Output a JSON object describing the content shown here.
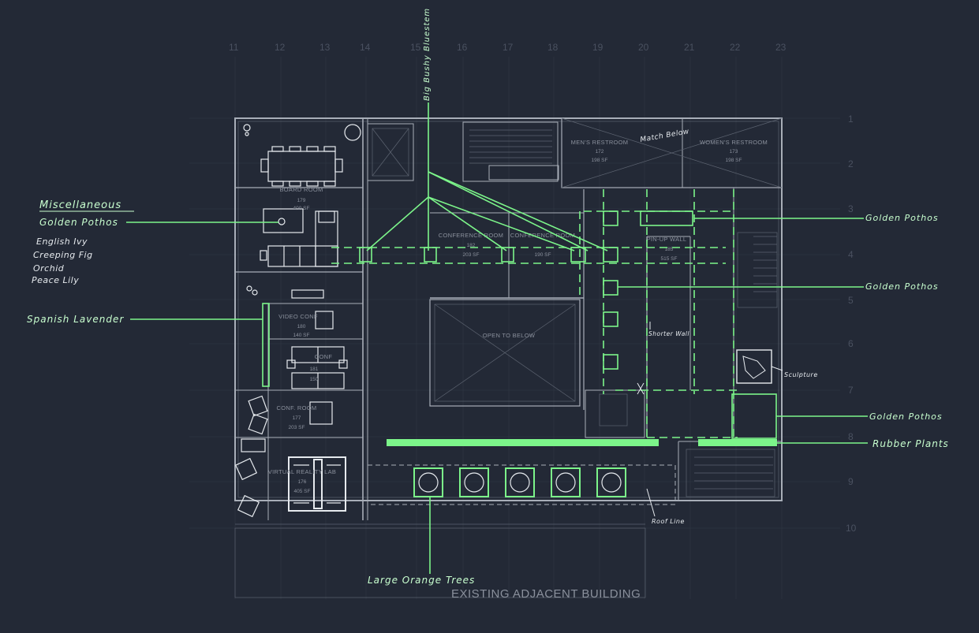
{
  "grid": {
    "columns": [
      "11",
      "12",
      "13",
      "14",
      "15",
      "16",
      "17",
      "18",
      "19",
      "20",
      "21",
      "22",
      "23"
    ],
    "rows": [
      "1",
      "2",
      "3",
      "4",
      "5",
      "6",
      "7",
      "8",
      "9",
      "10"
    ]
  },
  "rooms": {
    "board_room": {
      "name": "BOARD ROOM",
      "number": "179",
      "area": "400 SF"
    },
    "mens_restroom": {
      "name": "MEN'S RESTROOM",
      "number": "172",
      "area": "198 SF"
    },
    "womens_restroom": {
      "name": "WOMEN'S RESTROOM",
      "number": "173",
      "area": "198 SF"
    },
    "conference_room_a": {
      "name": "CONFERENCE ROOM",
      "number": "182",
      "area": "203 SF"
    },
    "conference_room_b": {
      "name": "CONFERENCE ROOM",
      "number": "",
      "area": "190 SF"
    },
    "pin_up_wall": {
      "name": "PIN-UP WALL",
      "number": "185",
      "area": "515 SF"
    },
    "open_to_below": {
      "name": "OPEN TO BELOW"
    },
    "video_conf": {
      "name": "VIDEO CONF",
      "number": "180",
      "area": "140 SF"
    },
    "conf_room_mid": {
      "name": "CONF",
      "number": "181",
      "area": "150"
    },
    "conf_room_low": {
      "name": "CONF. ROOM",
      "number": "177",
      "area": "203 SF"
    },
    "virtual_reality_lab": {
      "name": "VIRTUAL REALITY LAB",
      "number": "176",
      "area": "405 SF"
    }
  },
  "existing_building": "EXISTING ADJACENT BUILDING",
  "annotations": {
    "misc_title": "Miscellaneous",
    "misc_items": [
      "Golden Pothos",
      "English Ivy",
      "Creeping Fig",
      "Orchid",
      "Peace Lily"
    ],
    "spanish_lavender": "Spanish Lavender",
    "big_bluestem": "Big Bushy Bluestem",
    "golden_pothos_1": "Golden Pothos",
    "golden_pothos_2": "Golden Pothos",
    "golden_pothos_3": "Golden Pothos",
    "rubber_plants": "Rubber Plants",
    "match_below": "Match Below",
    "shorter_wall": "Shorter Wall",
    "sculpture": "Sculpture",
    "roof_line": "Roof Line",
    "orange_trees": "Large Orange Trees"
  },
  "colors": {
    "background": "#232936",
    "highlight": "#7cf58a",
    "linework": "#a8aeb8"
  }
}
